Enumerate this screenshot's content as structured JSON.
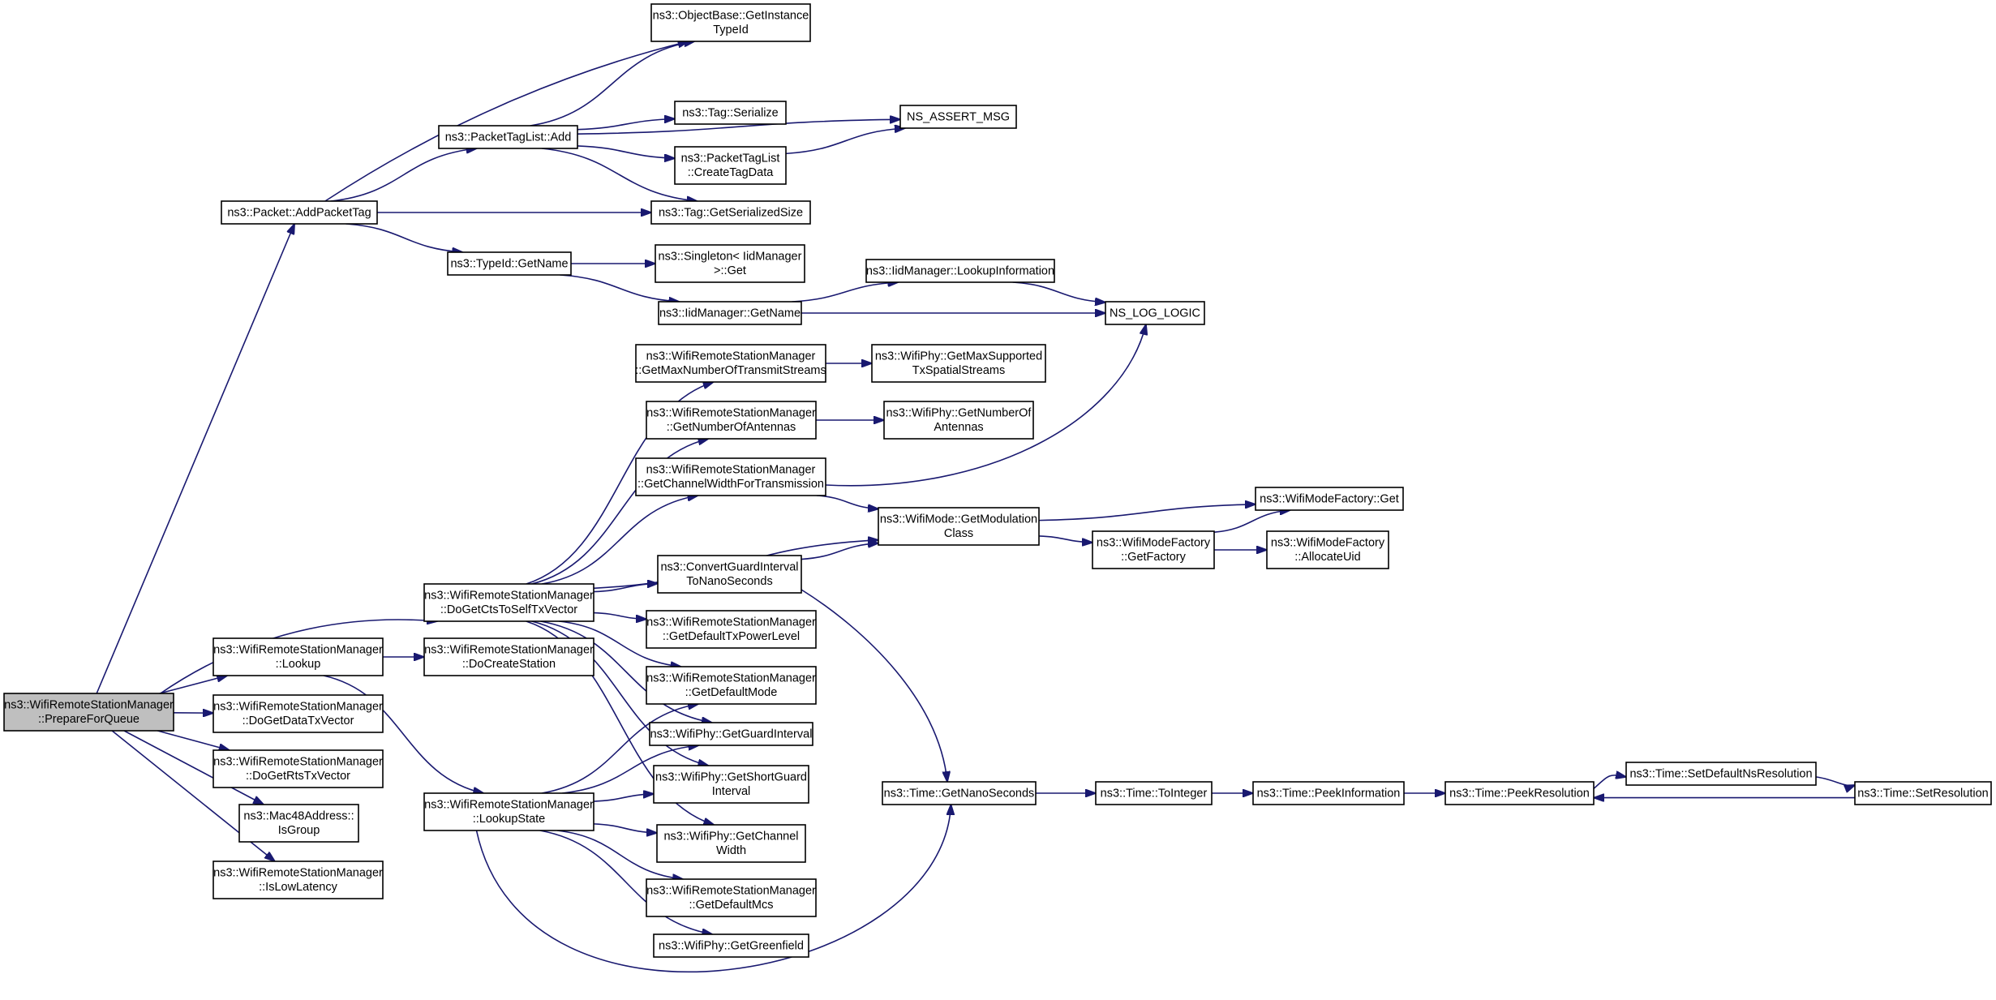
{
  "diagram": {
    "type": "call-graph",
    "colors": {
      "edge": "#191970",
      "node_border": "#000000",
      "root_fill": "#bfbfbf",
      "node_fill": "#ffffff",
      "background": "#ffffff"
    },
    "nodes": [
      {
        "id": "root",
        "lines": [
          "ns3::WifiRemoteStationManager",
          "::PrepareForQueue"
        ],
        "root": true
      },
      {
        "id": "addPacketTag",
        "lines": [
          "ns3::Packet::AddPacketTag"
        ]
      },
      {
        "id": "getInstanceTypeId",
        "lines": [
          "ns3::ObjectBase::GetInstance",
          "TypeId"
        ]
      },
      {
        "id": "nsAssertMsg",
        "lines": [
          "NS_ASSERT_MSG"
        ]
      },
      {
        "id": "packetTagListAdd",
        "lines": [
          "ns3::PacketTagList::Add"
        ]
      },
      {
        "id": "tagSerialize",
        "lines": [
          "ns3::Tag::Serialize"
        ]
      },
      {
        "id": "createTagData",
        "lines": [
          "ns3::PacketTagList",
          "::CreateTagData"
        ]
      },
      {
        "id": "getSerializedSize",
        "lines": [
          "ns3::Tag::GetSerializedSize"
        ]
      },
      {
        "id": "typeIdGetName",
        "lines": [
          "ns3::TypeId::GetName"
        ]
      },
      {
        "id": "singletonGet",
        "lines": [
          "ns3::Singleton< IidManager",
          ">::Get"
        ]
      },
      {
        "id": "iidLookupInformation",
        "lines": [
          "ns3::IidManager::LookupInformation"
        ]
      },
      {
        "id": "iidGetName",
        "lines": [
          "ns3::IidManager::GetName"
        ]
      },
      {
        "id": "nsLogLogic",
        "lines": [
          "NS_LOG_LOGIC"
        ]
      },
      {
        "id": "getMaxNumberOfTransmitStreams",
        "lines": [
          "ns3::WifiRemoteStationManager",
          "::GetMaxNumberOfTransmitStreams"
        ]
      },
      {
        "id": "phyGetMaxSupportedTxSpatialStreams",
        "lines": [
          "ns3::WifiPhy::GetMaxSupported",
          "TxSpatialStreams"
        ]
      },
      {
        "id": "getNumberOfAntennas",
        "lines": [
          "ns3::WifiRemoteStationManager",
          "::GetNumberOfAntennas"
        ]
      },
      {
        "id": "phyGetNumberOfAntennas",
        "lines": [
          "ns3::WifiPhy::GetNumberOf",
          "Antennas"
        ]
      },
      {
        "id": "getChannelWidthForTransmission",
        "lines": [
          "ns3::WifiRemoteStationManager",
          "::GetChannelWidthForTransmission"
        ]
      },
      {
        "id": "getModulationClass",
        "lines": [
          "ns3::WifiMode::GetModulation",
          "Class"
        ]
      },
      {
        "id": "wifiModeFactoryGet",
        "lines": [
          "ns3::WifiModeFactory::Get"
        ]
      },
      {
        "id": "wifiModeFactoryGetFactory",
        "lines": [
          "ns3::WifiModeFactory",
          "::GetFactory"
        ]
      },
      {
        "id": "allocateUid",
        "lines": [
          "ns3::WifiModeFactory",
          "::AllocateUid"
        ]
      },
      {
        "id": "convertGuardInterval",
        "lines": [
          "ns3::ConvertGuardInterval",
          "ToNanoSeconds"
        ]
      },
      {
        "id": "doGetCtsToSelfTxVector",
        "lines": [
          "ns3::WifiRemoteStationManager",
          "::DoGetCtsToSelfTxVector"
        ]
      },
      {
        "id": "getDefaultTxPowerLevel",
        "lines": [
          "ns3::WifiRemoteStationManager",
          "::GetDefaultTxPowerLevel"
        ]
      },
      {
        "id": "lookup",
        "lines": [
          "ns3::WifiRemoteStationManager",
          "::Lookup"
        ]
      },
      {
        "id": "doCreateStation",
        "lines": [
          "ns3::WifiRemoteStationManager",
          "::DoCreateStation"
        ]
      },
      {
        "id": "getDefaultMode",
        "lines": [
          "ns3::WifiRemoteStationManager",
          "::GetDefaultMode"
        ]
      },
      {
        "id": "doGetDataTxVector",
        "lines": [
          "ns3::WifiRemoteStationManager",
          "::DoGetDataTxVector"
        ]
      },
      {
        "id": "phyGetGuardInterval",
        "lines": [
          "ns3::WifiPhy::GetGuardInterval"
        ]
      },
      {
        "id": "doGetRtsTxVector",
        "lines": [
          "ns3::WifiRemoteStationManager",
          "::DoGetRtsTxVector"
        ]
      },
      {
        "id": "phyGetShortGuardInterval",
        "lines": [
          "ns3::WifiPhy::GetShortGuard",
          "Interval"
        ]
      },
      {
        "id": "timeGetNanoSeconds",
        "lines": [
          "ns3::Time::GetNanoSeconds"
        ]
      },
      {
        "id": "timeToInteger",
        "lines": [
          "ns3::Time::ToInteger"
        ]
      },
      {
        "id": "timePeekInformation",
        "lines": [
          "ns3::Time::PeekInformation"
        ]
      },
      {
        "id": "timePeekResolution",
        "lines": [
          "ns3::Time::PeekResolution"
        ]
      },
      {
        "id": "timeSetDefaultNsResolution",
        "lines": [
          "ns3::Time::SetDefaultNsResolution"
        ]
      },
      {
        "id": "timeSetResolution",
        "lines": [
          "ns3::Time::SetResolution"
        ]
      },
      {
        "id": "isGroup",
        "lines": [
          "ns3::Mac48Address::",
          "IsGroup"
        ]
      },
      {
        "id": "lookupState",
        "lines": [
          "ns3::WifiRemoteStationManager",
          "::LookupState"
        ]
      },
      {
        "id": "phyGetChannelWidth",
        "lines": [
          "ns3::WifiPhy::GetChannel",
          "Width"
        ]
      },
      {
        "id": "isLowLatency",
        "lines": [
          "ns3::WifiRemoteStationManager",
          "::IsLowLatency"
        ]
      },
      {
        "id": "getDefaultMcs",
        "lines": [
          "ns3::WifiRemoteStationManager",
          "::GetDefaultMcs"
        ]
      },
      {
        "id": "phyGetGreenfield",
        "lines": [
          "ns3::WifiPhy::GetGreenfield"
        ]
      }
    ],
    "edges": [
      [
        "root",
        "addPacketTag"
      ],
      [
        "root",
        "doGetCtsToSelfTxVector"
      ],
      [
        "root",
        "lookup"
      ],
      [
        "root",
        "doGetDataTxVector"
      ],
      [
        "root",
        "doGetRtsTxVector"
      ],
      [
        "root",
        "isGroup"
      ],
      [
        "root",
        "isLowLatency"
      ],
      [
        "addPacketTag",
        "getInstanceTypeId"
      ],
      [
        "addPacketTag",
        "packetTagListAdd"
      ],
      [
        "addPacketTag",
        "getSerializedSize"
      ],
      [
        "addPacketTag",
        "typeIdGetName"
      ],
      [
        "packetTagListAdd",
        "getInstanceTypeId"
      ],
      [
        "packetTagListAdd",
        "nsAssertMsg"
      ],
      [
        "packetTagListAdd",
        "tagSerialize"
      ],
      [
        "packetTagListAdd",
        "createTagData"
      ],
      [
        "packetTagListAdd",
        "getSerializedSize"
      ],
      [
        "createTagData",
        "nsAssertMsg"
      ],
      [
        "typeIdGetName",
        "singletonGet"
      ],
      [
        "typeIdGetName",
        "iidGetName"
      ],
      [
        "iidGetName",
        "iidLookupInformation"
      ],
      [
        "iidGetName",
        "nsLogLogic"
      ],
      [
        "iidLookupInformation",
        "nsLogLogic"
      ],
      [
        "doGetCtsToSelfTxVector",
        "getMaxNumberOfTransmitStreams"
      ],
      [
        "doGetCtsToSelfTxVector",
        "getNumberOfAntennas"
      ],
      [
        "doGetCtsToSelfTxVector",
        "getChannelWidthForTransmission"
      ],
      [
        "doGetCtsToSelfTxVector",
        "getModulationClass"
      ],
      [
        "doGetCtsToSelfTxVector",
        "convertGuardInterval"
      ],
      [
        "doGetCtsToSelfTxVector",
        "getDefaultTxPowerLevel"
      ],
      [
        "doGetCtsToSelfTxVector",
        "getDefaultMode"
      ],
      [
        "doGetCtsToSelfTxVector",
        "phyGetGuardInterval"
      ],
      [
        "doGetCtsToSelfTxVector",
        "phyGetShortGuardInterval"
      ],
      [
        "doGetCtsToSelfTxVector",
        "phyGetChannelWidth"
      ],
      [
        "getMaxNumberOfTransmitStreams",
        "phyGetMaxSupportedTxSpatialStreams"
      ],
      [
        "getNumberOfAntennas",
        "phyGetNumberOfAntennas"
      ],
      [
        "getChannelWidthForTransmission",
        "nsLogLogic"
      ],
      [
        "getChannelWidthForTransmission",
        "getModulationClass"
      ],
      [
        "getModulationClass",
        "wifiModeFactoryGet"
      ],
      [
        "getModulationClass",
        "wifiModeFactoryGetFactory"
      ],
      [
        "wifiModeFactoryGetFactory",
        "wifiModeFactoryGet"
      ],
      [
        "wifiModeFactoryGetFactory",
        "allocateUid"
      ],
      [
        "convertGuardInterval",
        "getModulationClass"
      ],
      [
        "convertGuardInterval",
        "timeGetNanoSeconds"
      ],
      [
        "lookup",
        "doCreateStation"
      ],
      [
        "lookup",
        "lookupState"
      ],
      [
        "lookupState",
        "getDefaultMode"
      ],
      [
        "lookupState",
        "phyGetGuardInterval"
      ],
      [
        "lookupState",
        "phyGetShortGuardInterval"
      ],
      [
        "lookupState",
        "phyGetChannelWidth"
      ],
      [
        "lookupState",
        "getDefaultMcs"
      ],
      [
        "lookupState",
        "phyGetGreenfield"
      ],
      [
        "lookupState",
        "timeGetNanoSeconds"
      ],
      [
        "timeGetNanoSeconds",
        "timeToInteger"
      ],
      [
        "timeToInteger",
        "timePeekInformation"
      ],
      [
        "timePeekInformation",
        "timePeekResolution"
      ],
      [
        "timePeekResolution",
        "timeSetDefaultNsResolution"
      ],
      [
        "timeSetDefaultNsResolution",
        "timeSetResolution"
      ],
      [
        "timeSetResolution",
        "timePeekResolution"
      ]
    ]
  }
}
